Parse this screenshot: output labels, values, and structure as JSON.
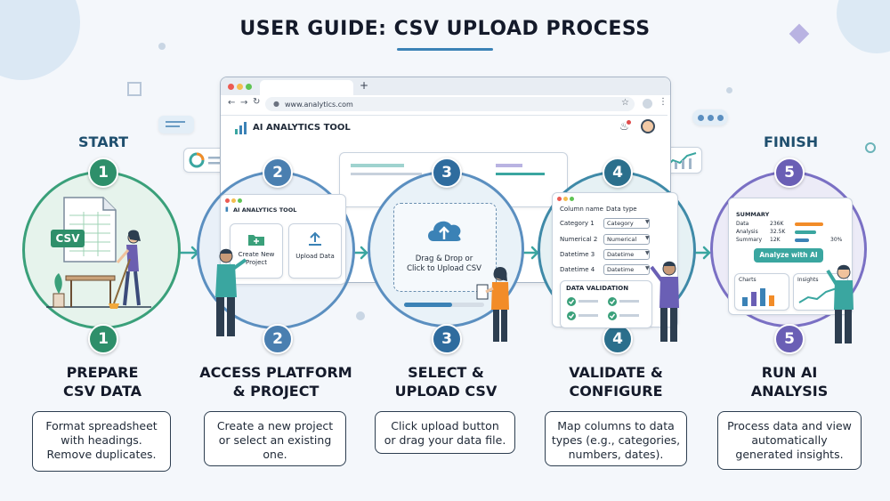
{
  "title": "USER GUIDE: CSV UPLOAD PROCESS",
  "start_label": "START",
  "finish_label": "FINISH",
  "browser": {
    "url": "www.analytics.com",
    "tool_name": "AI ANALYTICS TOOL",
    "new_tab": "+"
  },
  "steps": [
    {
      "number": "1",
      "title_line1": "PREPARE",
      "title_line2": "CSV DATA",
      "desc": [
        "Format spreadsheet",
        "with headings.",
        "Remove duplicates."
      ],
      "color": "#2e8f6a",
      "icon_label": "CSV"
    },
    {
      "number": "2",
      "title_line1": "ACCESS PLATFORM",
      "title_line2": "& PROJECT",
      "desc": [
        "Create a new project",
        "or select an existing",
        "one."
      ],
      "color": "#4a7fb0",
      "mini_tool": "AI ANALYTICS TOOL",
      "create_label_1": "Create New",
      "create_label_2": "Project",
      "upload_label": "Upload Data"
    },
    {
      "number": "3",
      "title_line1": "SELECT &",
      "title_line2": "UPLOAD CSV",
      "desc": [
        "Click upload button",
        "or drag your data file."
      ],
      "color": "#2f6c9e",
      "drop_1": "Drag & Drop or",
      "drop_2": "Click to Upload CSV"
    },
    {
      "number": "4",
      "title_line1": "VALIDATE &",
      "title_line2": "CONFIGURE",
      "desc": [
        "Map columns to data",
        "types (e.g., categories,",
        "numbers, dates)."
      ],
      "color": "#2b6f8c",
      "col_header": "Column name",
      "type_header": "Data type",
      "rows": [
        {
          "name": "Category 1",
          "type": "Category"
        },
        {
          "name": "Numerical 2",
          "type": "Numerical"
        },
        {
          "name": "Datetime 3",
          "type": "Datetime"
        },
        {
          "name": "Datetime 4",
          "type": "Datetime"
        }
      ],
      "validation_label": "DATA VALIDATION"
    },
    {
      "number": "5",
      "title_line1": "RUN AI",
      "title_line2": "ANALYSIS",
      "desc": [
        "Process data and view",
        "automatically",
        "generated insights."
      ],
      "color": "#6a5fb5",
      "summary_label": "SUMMARY",
      "summary_rows": [
        {
          "label": "Data",
          "value": "236K"
        },
        {
          "label": "Analysis",
          "value": "32.5K"
        },
        {
          "label": "Summary",
          "value": "12K"
        }
      ],
      "summary_pct": "30%",
      "analyze_button": "Analyze with AI",
      "charts_label": "Charts",
      "insights_label": "Insights"
    }
  ],
  "colors": {
    "accent": "#3b82b6",
    "green": "#2e8f6a",
    "teal": "#3aa6a0",
    "purple": "#6a5fb5",
    "orange": "#f28c28"
  }
}
